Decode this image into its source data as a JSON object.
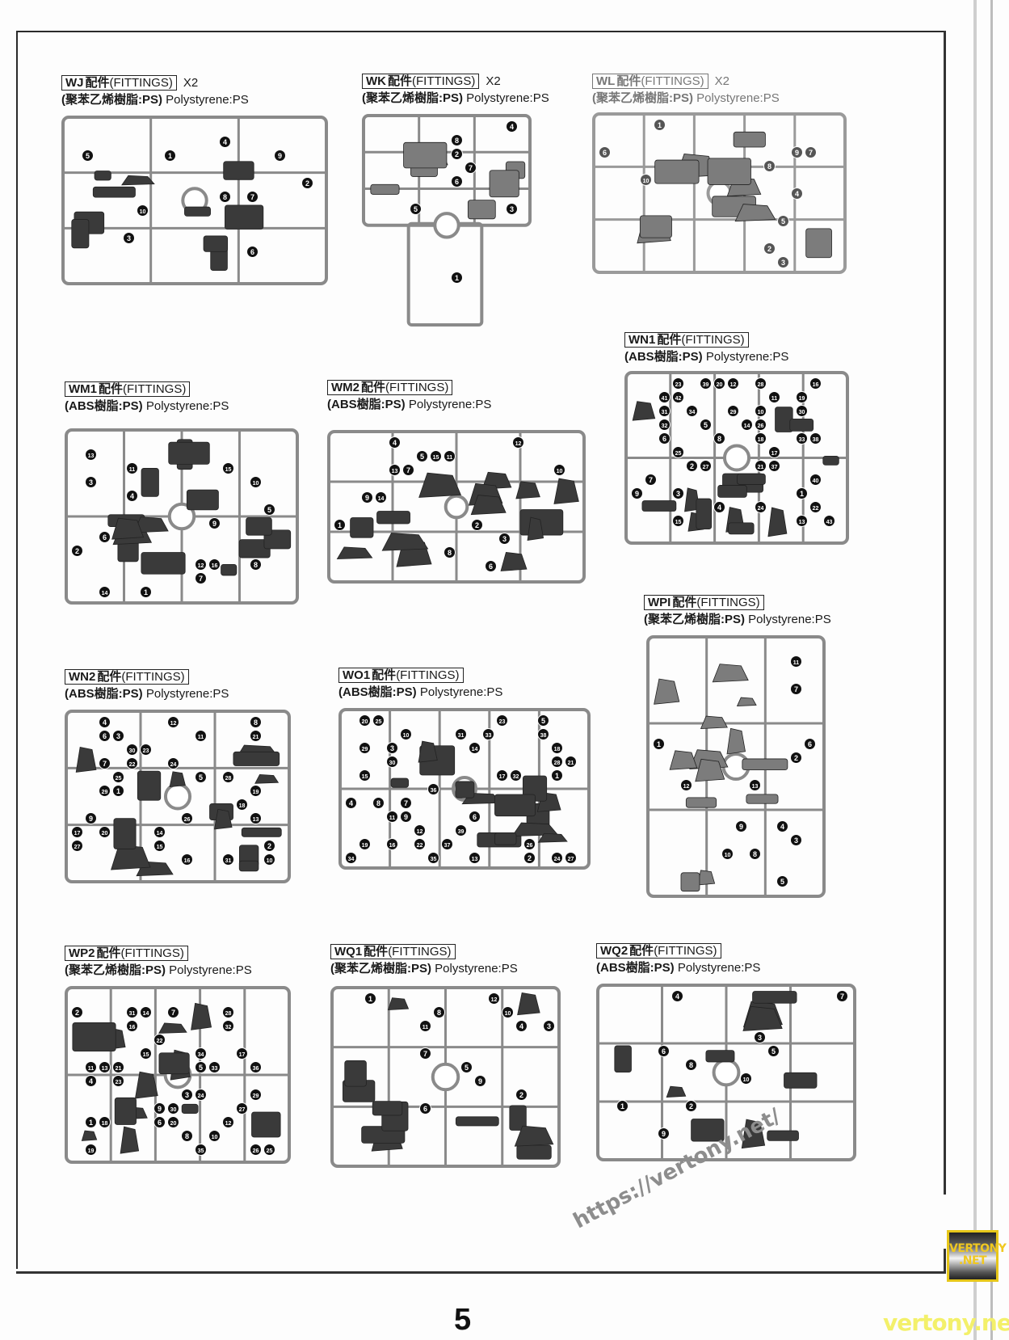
{
  "page": {
    "number": "5",
    "logo_text_line1": "VERTONY",
    "logo_text_line2": ".NET",
    "watermark_footer": "vertony.net",
    "watermark_diagonal": "https://vertony.net/"
  },
  "colors": {
    "ink": "#1a1a1a",
    "sprue_gray": "#8a8a8a",
    "part_dark": "#3a3a3a",
    "part_gray": "#7c7c7c",
    "logo_gold": "#e6c619",
    "watermark_yellow": "#f3f06a"
  },
  "panels": [
    {
      "code": "WJ",
      "cn": "配件",
      "en": "(FITTINGS)",
      "qty": "X2",
      "mat_cn": "(聚苯乙烯樹脂:PS)",
      "mat_en": "Polystyrene:PS",
      "tone": "dark",
      "faded": false,
      "parts": [
        "1",
        "2",
        "3",
        "4",
        "5",
        "6",
        "7",
        "8",
        "9",
        "10"
      ]
    },
    {
      "code": "WK",
      "cn": "配件",
      "en": "(FITTINGS)",
      "qty": "X2",
      "mat_cn": "(聚苯乙烯樹脂:PS)",
      "mat_en": "Polystyrene:PS",
      "tone": "gray",
      "faded": false,
      "parts": [
        "1",
        "2",
        "3",
        "4",
        "5",
        "6",
        "7",
        "8"
      ]
    },
    {
      "code": "WL",
      "cn": "配件",
      "en": "(FITTINGS)",
      "qty": "X2",
      "mat_cn": "(聚苯乙烯樹脂:PS)",
      "mat_en": "Polystyrene:PS",
      "tone": "gray",
      "faded": true,
      "parts": [
        "1",
        "2",
        "3",
        "4",
        "5",
        "6",
        "7",
        "8",
        "9",
        "10"
      ]
    },
    {
      "code": "WN1",
      "cn": "配件",
      "en": "(FITTINGS)",
      "qty": "",
      "mat_cn": "(ABS樹脂:PS)",
      "mat_en": "Polystyrene:PS",
      "tone": "dark",
      "faded": false,
      "parts": [
        "1",
        "2",
        "3",
        "4",
        "5",
        "6",
        "7",
        "8",
        "9",
        "10",
        "11",
        "12",
        "13",
        "14",
        "15",
        "16",
        "17",
        "18",
        "19",
        "20",
        "21",
        "22",
        "23",
        "24",
        "25",
        "26",
        "27",
        "28",
        "29",
        "30",
        "31",
        "32",
        "33",
        "34",
        "37",
        "38",
        "39",
        "40",
        "41",
        "42",
        "43"
      ]
    },
    {
      "code": "WM1",
      "cn": "配件",
      "en": "(FITTINGS)",
      "qty": "",
      "mat_cn": "(ABS樹脂:PS)",
      "mat_en": "Polystyrene:PS",
      "tone": "dark",
      "faded": false,
      "parts": [
        "1",
        "2",
        "3",
        "4",
        "5",
        "6",
        "7",
        "8",
        "9",
        "10",
        "11",
        "12",
        "13",
        "14",
        "15",
        "16"
      ]
    },
    {
      "code": "WM2",
      "cn": "配件",
      "en": "(FITTINGS)",
      "qty": "",
      "mat_cn": "(ABS樹脂:PS)",
      "mat_en": "Polystyrene:PS",
      "tone": "dark",
      "faded": false,
      "parts": [
        "1",
        "2",
        "3",
        "4",
        "5",
        "6",
        "7",
        "8",
        "9",
        "10",
        "11",
        "12",
        "13",
        "14",
        "15"
      ]
    },
    {
      "code": "WPI",
      "cn": "配件",
      "en": "(FITTINGS)",
      "qty": "",
      "mat_cn": "(聚苯乙烯樹脂:PS)",
      "mat_en": "Polystyrene:PS",
      "tone": "gray",
      "faded": false,
      "parts": [
        "1",
        "2",
        "3",
        "4",
        "5",
        "6",
        "7",
        "8",
        "9",
        "10",
        "11",
        "12",
        "13"
      ]
    },
    {
      "code": "WN2",
      "cn": "配件",
      "en": "(FITTINGS)",
      "qty": "",
      "mat_cn": "(ABS樹脂:PS)",
      "mat_en": "Polystyrene:PS",
      "tone": "dark",
      "faded": false,
      "parts": [
        "1",
        "2",
        "3",
        "4",
        "5",
        "6",
        "7",
        "8",
        "9",
        "10",
        "11",
        "12",
        "13",
        "14",
        "15",
        "16",
        "17",
        "18",
        "19",
        "20",
        "21",
        "22",
        "23",
        "24",
        "25",
        "26",
        "27",
        "28",
        "29",
        "30",
        "31"
      ]
    },
    {
      "code": "WO1",
      "cn": "配件",
      "en": "(FITTINGS)",
      "qty": "",
      "mat_cn": "(ABS樹脂:PS)",
      "mat_en": "Polystyrene:PS",
      "tone": "dark",
      "faded": false,
      "parts": [
        "1",
        "2",
        "3",
        "4",
        "5",
        "6",
        "7",
        "8",
        "9",
        "10",
        "11",
        "12",
        "13",
        "14",
        "15",
        "16",
        "17",
        "18",
        "19",
        "20",
        "21",
        "22",
        "23",
        "24",
        "25",
        "26",
        "27",
        "28",
        "29",
        "30",
        "31",
        "32",
        "33",
        "34",
        "35",
        "36",
        "37",
        "38",
        "39"
      ]
    },
    {
      "code": "WP2",
      "cn": "配件",
      "en": "(FITTINGS)",
      "qty": "",
      "mat_cn": "(聚苯乙烯樹脂:PS)",
      "mat_en": "Polystyrene:PS",
      "tone": "dark",
      "faded": false,
      "parts": [
        "1",
        "2",
        "3",
        "4",
        "5",
        "6",
        "7",
        "8",
        "9",
        "10",
        "11",
        "12",
        "13",
        "14",
        "15",
        "16",
        "17",
        "18",
        "19",
        "20",
        "21",
        "22",
        "23",
        "24",
        "25",
        "26",
        "27",
        "28",
        "29",
        "30",
        "31",
        "32",
        "33",
        "34",
        "35",
        "36"
      ]
    },
    {
      "code": "WQ1",
      "cn": "配件",
      "en": "(FITTINGS)",
      "qty": "",
      "mat_cn": "(聚苯乙烯樹脂:PS)",
      "mat_en": "Polystyrene:PS",
      "tone": "dark",
      "faded": false,
      "parts": [
        "1",
        "2",
        "3",
        "4",
        "5",
        "6",
        "7",
        "8",
        "9",
        "10",
        "11",
        "12"
      ]
    },
    {
      "code": "WQ2",
      "cn": "配件",
      "en": "(FITTINGS)",
      "qty": "",
      "mat_cn": "(ABS樹脂:PS)",
      "mat_en": "Polystyrene:PS",
      "tone": "dark",
      "faded": false,
      "parts": [
        "1",
        "2",
        "3",
        "4",
        "5",
        "6",
        "7",
        "8",
        "9",
        "10"
      ]
    }
  ]
}
